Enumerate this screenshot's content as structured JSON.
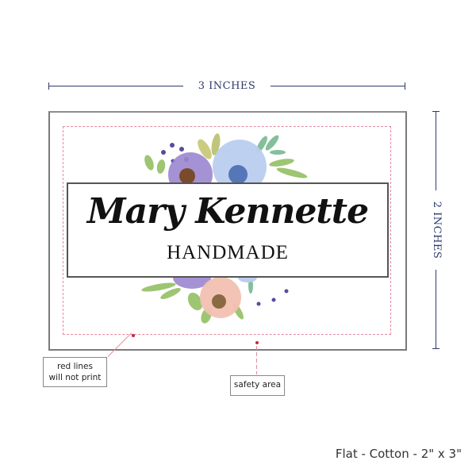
{
  "dimensions": {
    "width_label": "3 INCHES",
    "height_label": "2 INCHES"
  },
  "label": {
    "name": "Mary Kennette",
    "subtitle": "HANDMADE"
  },
  "callouts": {
    "red_lines_line1": "red lines",
    "red_lines_line2": "will not print",
    "safety_area": "safety area"
  },
  "product": {
    "caption": "Flat - Cotton - 2\" x 3\""
  },
  "colors": {
    "dimension": "#2d3a6b",
    "safety_line": "#e48a9d",
    "marker": "#c8253f"
  }
}
